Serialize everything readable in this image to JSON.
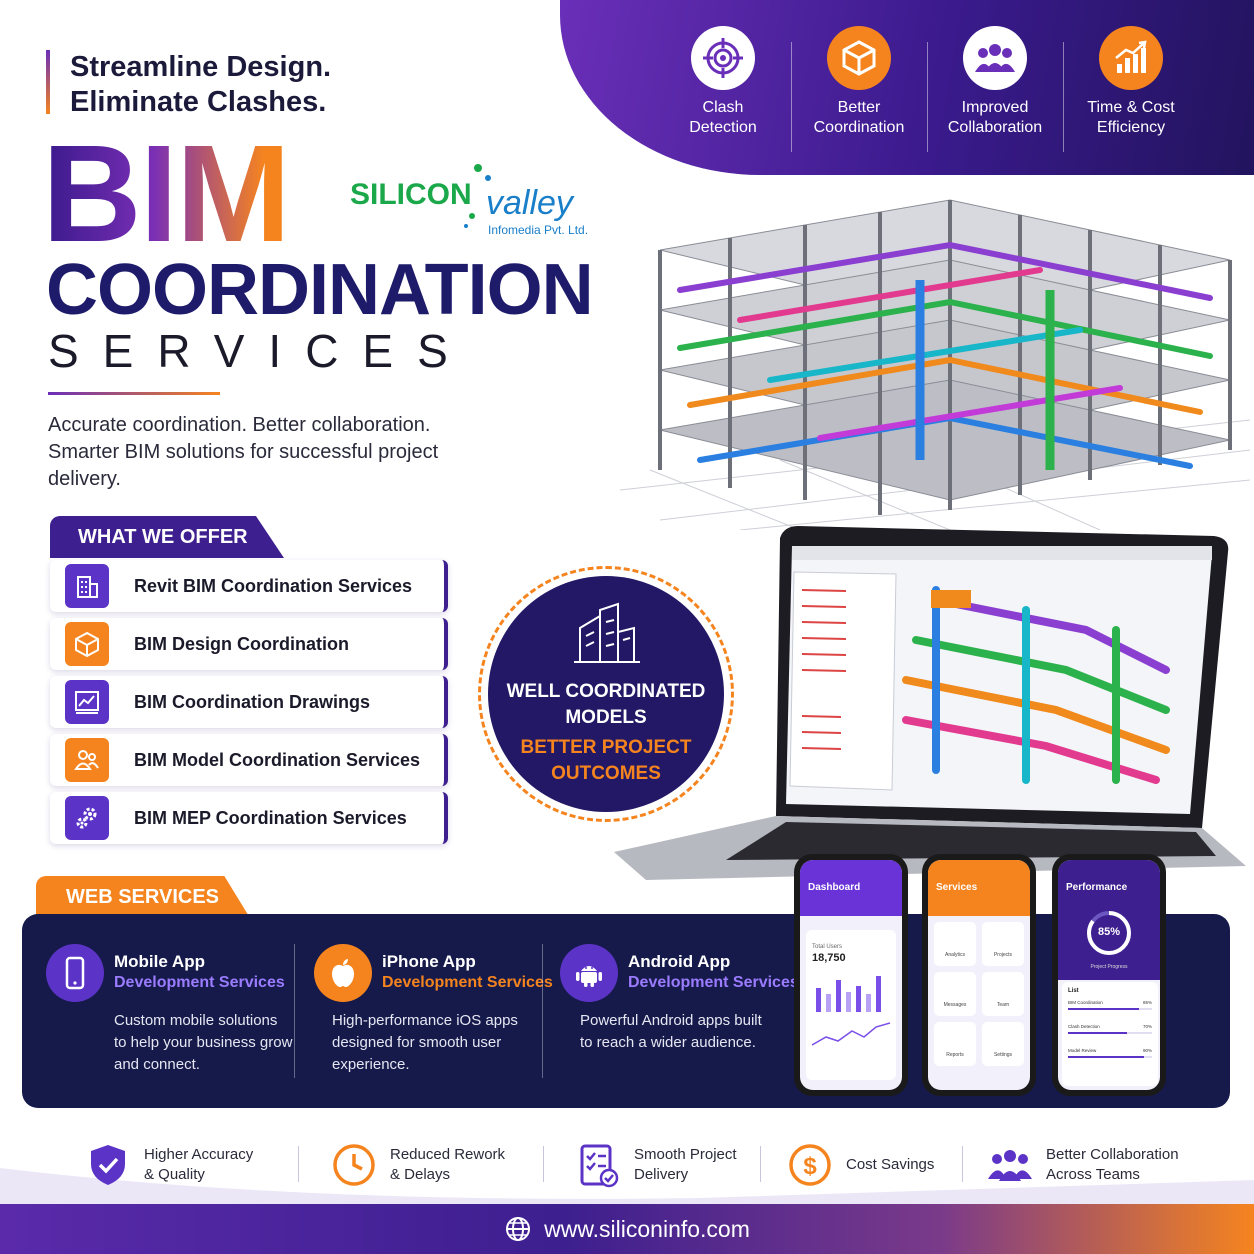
{
  "features": [
    {
      "label1": "Clash",
      "label2": "Detection",
      "icon": "target-icon"
    },
    {
      "label1": "Better",
      "label2": "Coordination",
      "icon": "cube-icon"
    },
    {
      "label1": "Improved",
      "label2": "Collaboration",
      "icon": "team-icon"
    },
    {
      "label1": "Time & Cost",
      "label2": "Efficiency",
      "icon": "growth-chart-icon"
    }
  ],
  "headline": {
    "tagline1": "Streamline Design.",
    "tagline2": "Eliminate Clashes.",
    "bim": "BIM",
    "coordination": "COORDINATION",
    "services": "SERVICES",
    "intro": "Accurate coordination. Better collaboration. Smarter BIM solutions for successful project delivery."
  },
  "logo": {
    "name1": "SILICON",
    "name2": "valley",
    "sub": "Infomedia Pvt. Ltd."
  },
  "offer": {
    "title": "WHAT WE OFFER",
    "items": [
      {
        "label": "Revit BIM Coordination Services",
        "icon": "building-icon",
        "tone": "p"
      },
      {
        "label": "BIM Design Coordination",
        "icon": "cube-icon",
        "tone": "o"
      },
      {
        "label": "BIM Coordination Drawings",
        "icon": "drawing-icon",
        "tone": "p"
      },
      {
        "label": "BIM Model Coordination Services",
        "icon": "people-icon",
        "tone": "o"
      },
      {
        "label": "BIM MEP Coordination Services",
        "icon": "gears-icon",
        "tone": "p"
      }
    ]
  },
  "badge": {
    "line1a": "WELL COORDINATED",
    "line1b": "MODELS",
    "line2a": "BETTER PROJECT",
    "line2b": "OUTCOMES"
  },
  "web": {
    "title": "WEB SERVICES",
    "cards": [
      {
        "t1": "Mobile App",
        "t2": "Development Services",
        "desc": "Custom mobile solutions to help your business grow and connect."
      },
      {
        "t1": "iPhone App",
        "t2": "Development Services",
        "desc": "High-performance iOS apps designed for smooth user experience."
      },
      {
        "t1": "Android App",
        "t2": "Development Services",
        "desc": "Powerful Android apps built to reach a wider audience."
      }
    ]
  },
  "phones": [
    {
      "title": "Dashboard",
      "value": "18,750",
      "caption": "Total Users"
    },
    {
      "title": "Services",
      "tiles": [
        "Analytics",
        "Projects",
        "Messages",
        "Team",
        "Reports",
        "Settings"
      ]
    },
    {
      "title": "Performance",
      "percent": "85%",
      "caption": "Project Progress",
      "list_title": "List",
      "rows": [
        {
          "label": "BIM Coordination",
          "value": "85%"
        },
        {
          "label": "Clash Detection",
          "value": "70%"
        },
        {
          "label": "Model Review",
          "value": "90%"
        }
      ]
    }
  ],
  "benefits": [
    {
      "l1": "Higher Accuracy",
      "l2": "& Quality",
      "icon": "shield-check-icon"
    },
    {
      "l1": "Reduced Rework",
      "l2": "& Delays",
      "icon": "clock-icon"
    },
    {
      "l1": "Smooth Project",
      "l2": "Delivery",
      "icon": "checklist-icon"
    },
    {
      "l1": "Cost Savings",
      "l2": "",
      "icon": "dollar-icon"
    },
    {
      "l1": "Better Collaboration",
      "l2": "Across Teams",
      "icon": "team-icon"
    }
  ],
  "footer": {
    "url": "www.siliconinfo.com"
  },
  "colors": {
    "purple": "#3d1f8f",
    "orange": "#f5841f",
    "navy": "#151a4a"
  }
}
